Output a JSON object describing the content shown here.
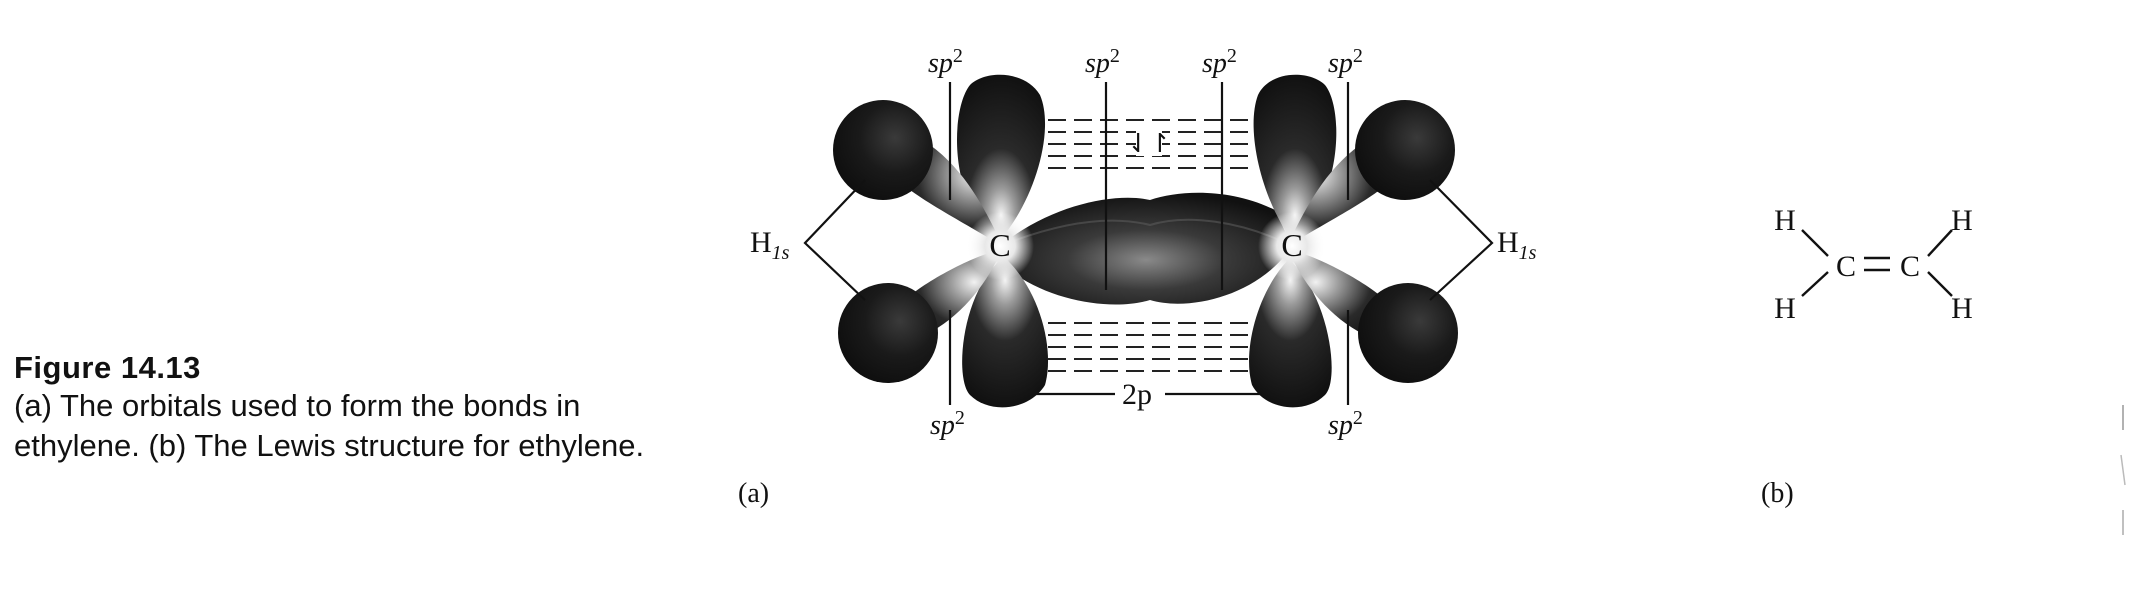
{
  "caption": {
    "title": "Figure 14.13",
    "body": "(a) The orbitals used to form the bonds in ethylene. (b) The Lewis structure for ethylene."
  },
  "panel_a": {
    "label": "(a)",
    "sp2_label_base": "sp",
    "sp2_label_exp": "2",
    "h1s_label_base": "H",
    "h1s_label_sub": "1s",
    "carbon_label": "C",
    "p_label": "2p",
    "electron_pair": "⇃↾"
  },
  "panel_b": {
    "label": "(b)",
    "atoms": {
      "carbon_left": "C",
      "carbon_right": "C",
      "h_top_left": "H",
      "h_bottom_left": "H",
      "h_top_right": "H",
      "h_bottom_right": "H"
    }
  },
  "colors": {
    "orbital_dark": "#151515",
    "orbital_highlight": "#f0f0f0",
    "text": "#111111",
    "background": "#ffffff"
  }
}
